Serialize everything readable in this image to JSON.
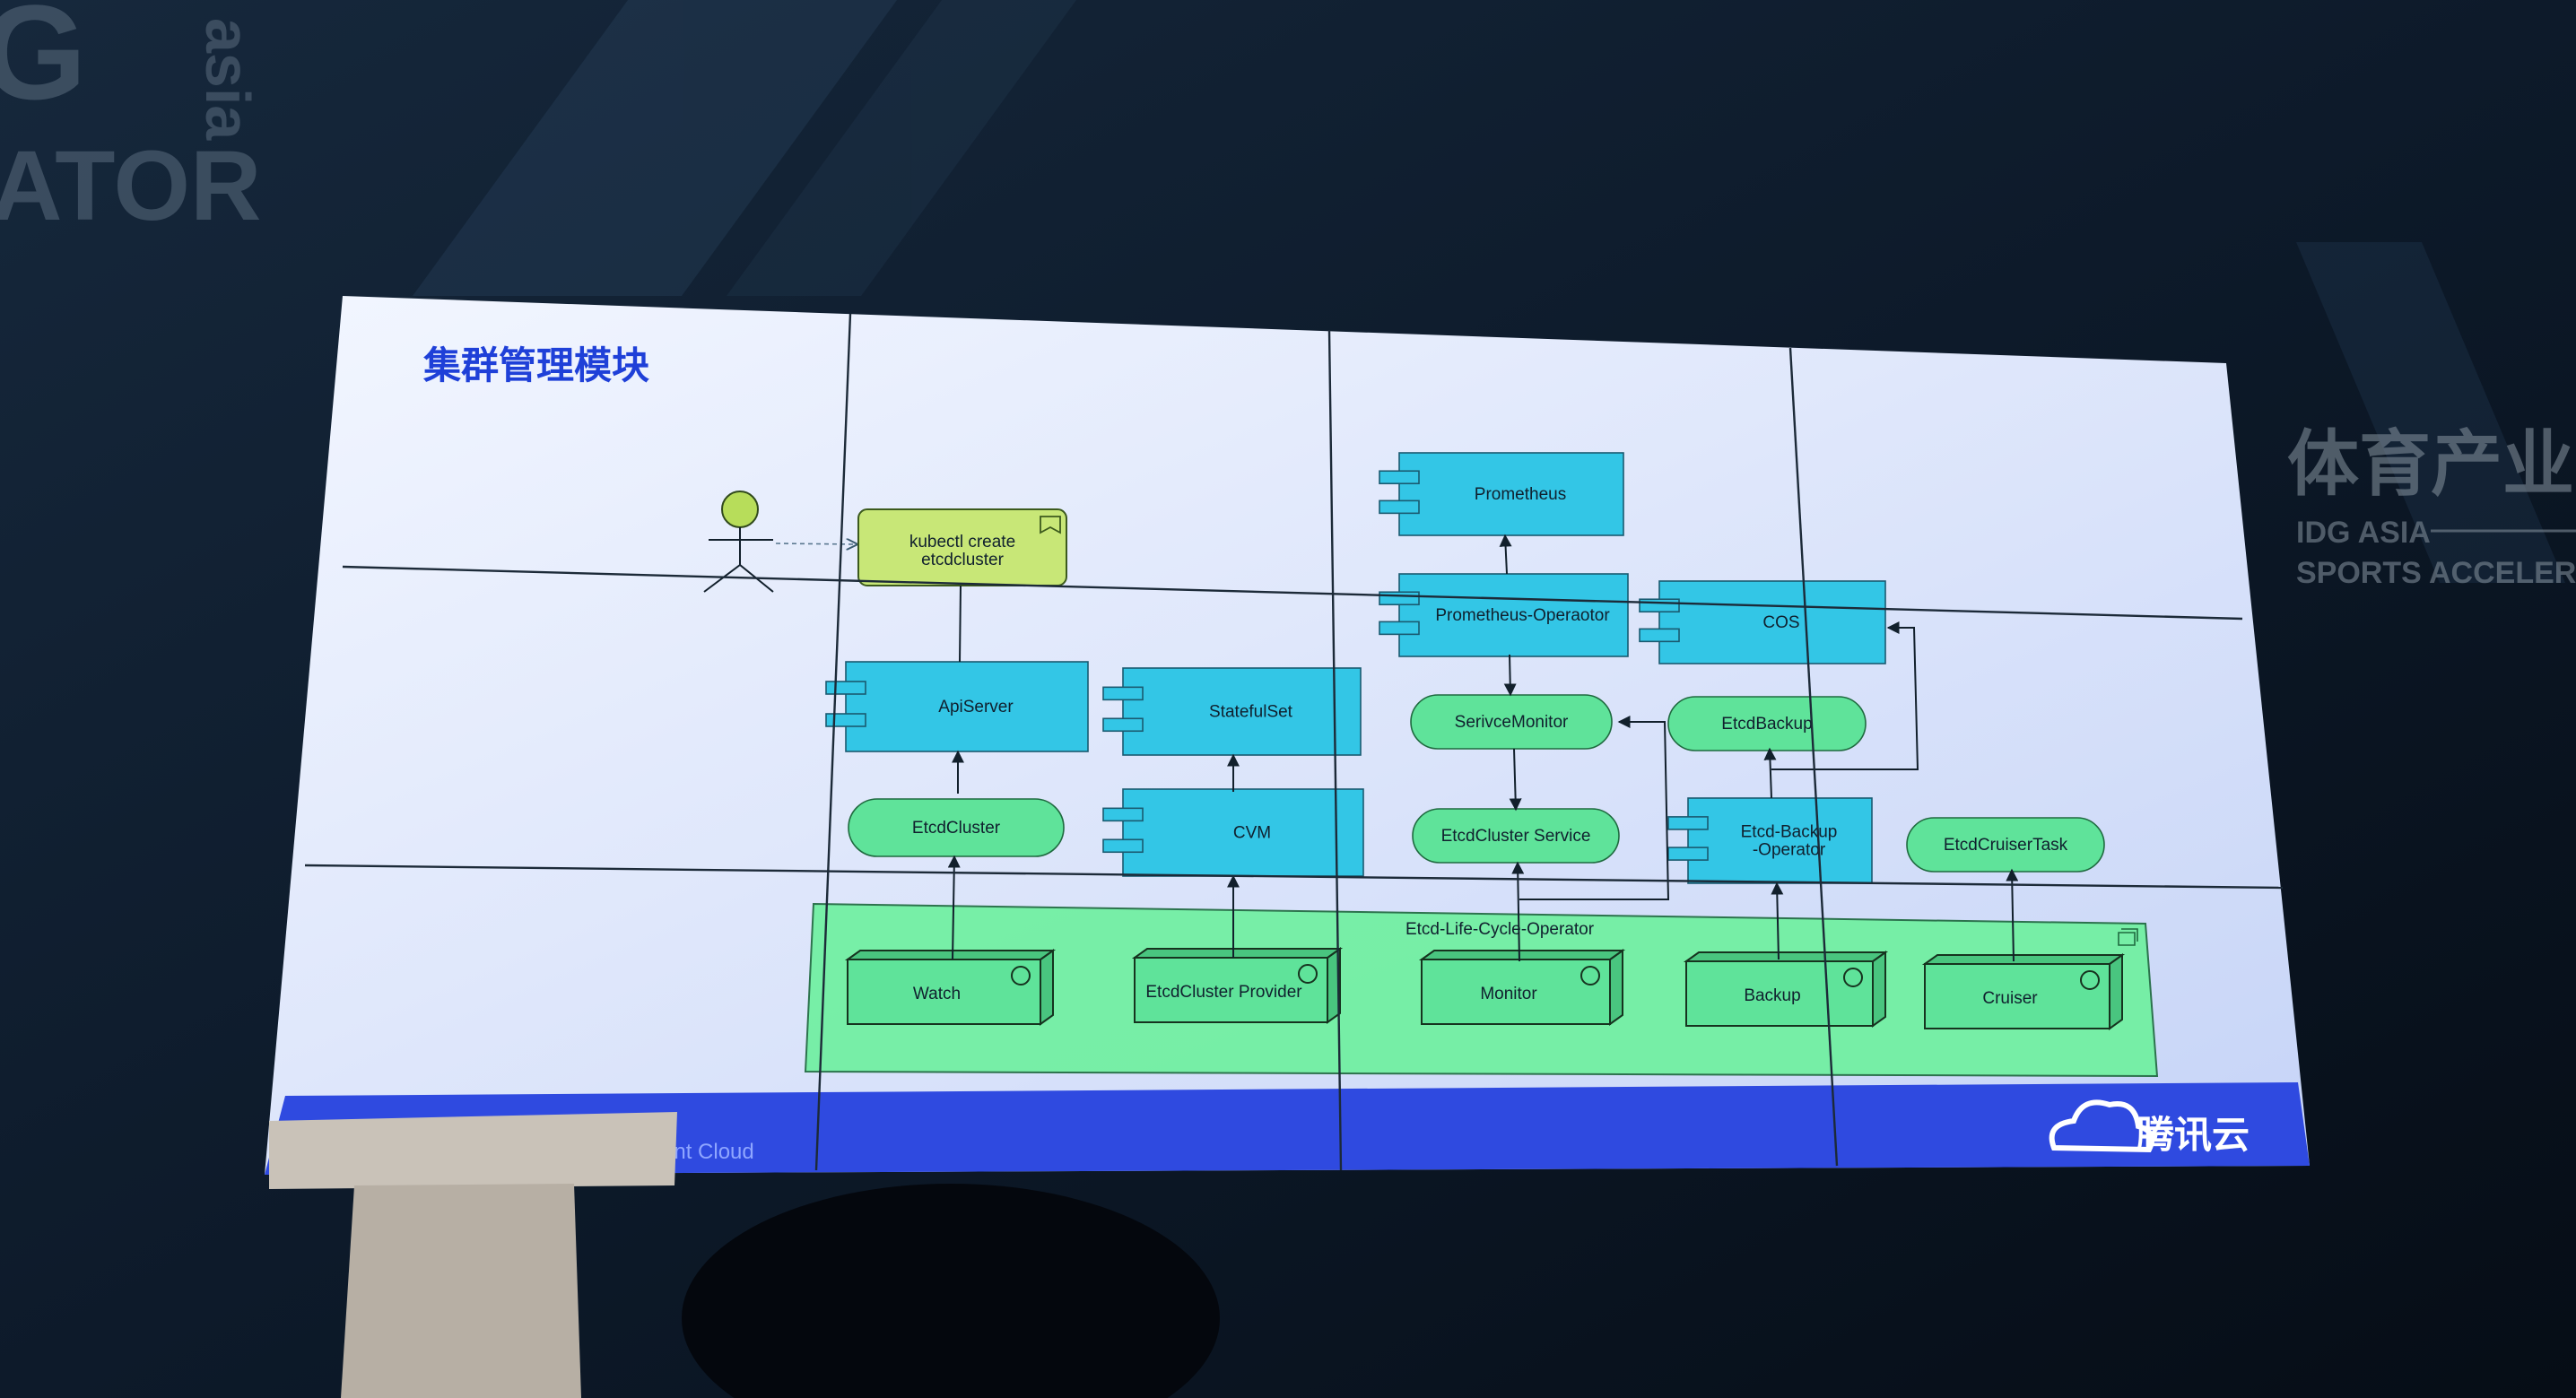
{
  "backdrop": {
    "left_sign_lines": [
      "G",
      "ATOR"
    ],
    "left_sign_small": "asia",
    "right_sign": {
      "title": "体育产业",
      "line1": "IDG ASIA",
      "line2": "SPORTS ACCELERATOR"
    }
  },
  "slide": {
    "title": "集群管理模块",
    "footer_left": "ent Cloud",
    "footer_brand": "腾讯云",
    "actor_request": "kubectl create\netcdcluster",
    "components": [
      {
        "id": "prometheus",
        "label": "Prometheus"
      },
      {
        "id": "prometheus_operator",
        "label": "Prometheus-Operaotor"
      },
      {
        "id": "cos",
        "label": "COS"
      },
      {
        "id": "apiserver",
        "label": "ApiServer"
      },
      {
        "id": "statefulset",
        "label": "StatefulSet"
      },
      {
        "id": "cvm",
        "label": "CVM"
      },
      {
        "id": "etcd_backup_operator",
        "label": "Etcd-Backup\n-Operator"
      }
    ],
    "resources": [
      {
        "id": "etcdcluster",
        "label": "EtcdCluster"
      },
      {
        "id": "servicemonitor",
        "label": "SerivceMonitor"
      },
      {
        "id": "etcdbackup",
        "label": "EtcdBackup"
      },
      {
        "id": "etcdcluster_service",
        "label": "EtcdCluster Service"
      },
      {
        "id": "etcdcruisertask",
        "label": "EtcdCruiserTask"
      }
    ],
    "package_title": "Etcd-Life-Cycle-Operator",
    "package_nodes": [
      {
        "id": "watch",
        "label": "Watch"
      },
      {
        "id": "provider",
        "label": "EtcdCluster Provider"
      },
      {
        "id": "monitor",
        "label": "Monitor"
      },
      {
        "id": "backup",
        "label": "Backup"
      },
      {
        "id": "cruiser",
        "label": "Cruiser"
      }
    ]
  }
}
